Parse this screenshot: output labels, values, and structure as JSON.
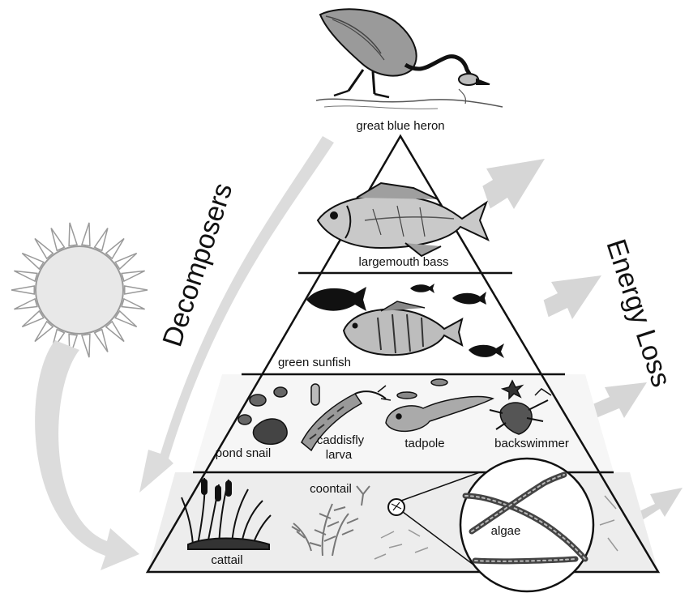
{
  "diagram": {
    "labels": {
      "top": "great blue heron",
      "tier2": "largemouth bass",
      "tier3": "green sunfish",
      "tier4_a": "pond snail",
      "tier4_b_line1": "caddisfly",
      "tier4_b_line2": "larva",
      "tier4_c": "tadpole",
      "tier4_d": "backswimmer",
      "base_a": "cattail",
      "base_b": "coontail",
      "base_c": "algae"
    },
    "side_labels": {
      "left": "Decomposers",
      "right": "Energy Loss"
    },
    "icons": [
      "sun-icon",
      "heron-icon",
      "bass-icon",
      "sunfish-icon",
      "snail-icon",
      "caddisfly-icon",
      "tadpole-icon",
      "backswimmer-icon",
      "cattail-icon",
      "coontail-icon",
      "algae-icon",
      "magnifier-icon"
    ],
    "colors": {
      "arrow": "#d9d9d9",
      "tier_fill": "#f3f3f3",
      "outline": "#111111"
    }
  }
}
